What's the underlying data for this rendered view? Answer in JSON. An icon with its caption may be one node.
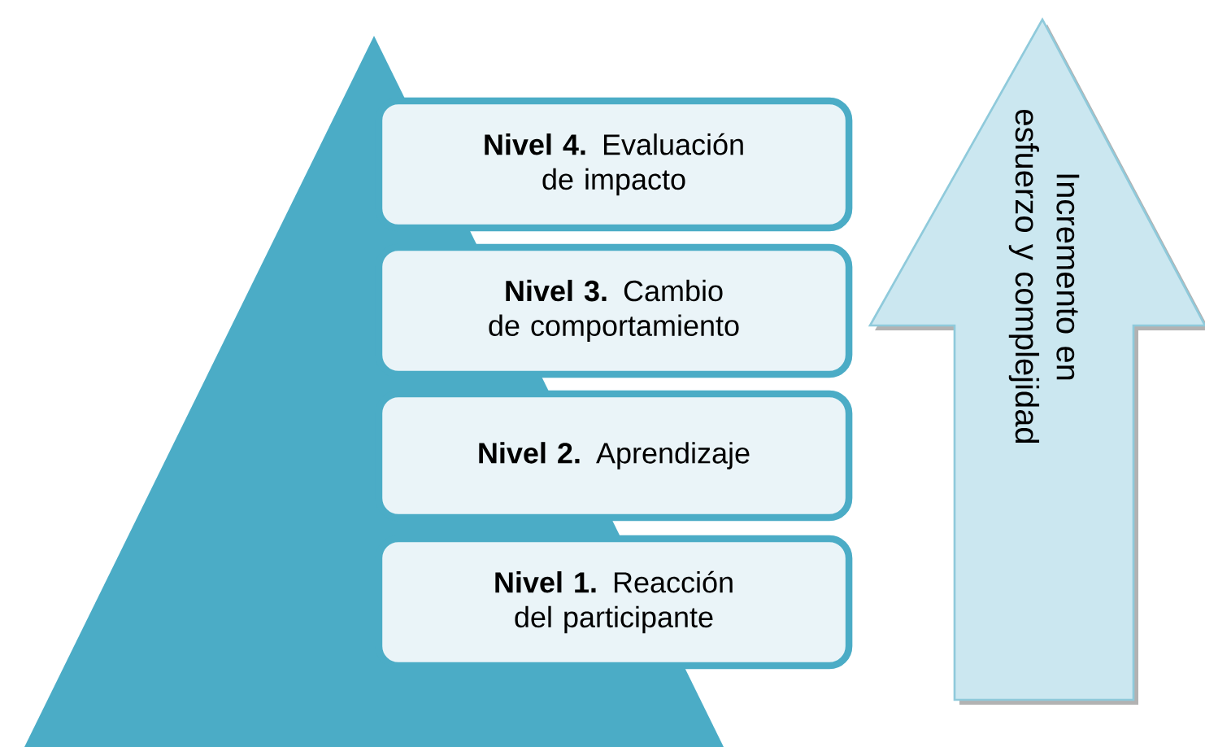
{
  "diagram": {
    "nodes": [
      {
        "text": [],
        "shape": "triangle"
      },
      {
        "text": [
          "**Nivel 4.** Evaluación de impacto"
        ]
      },
      {
        "text": [
          "**Nivel 3.** Cambio de comportamiento"
        ]
      },
      {
        "text": [
          "**Nivel 2.** Aprendizaje"
        ]
      },
      {
        "text": [
          "**Nivel 1.** Reacción del participante"
        ]
      },
      {
        "text": [
          "Incremento en esfuerzo y complejidad"
        ]
      }
    ]
  }
}
